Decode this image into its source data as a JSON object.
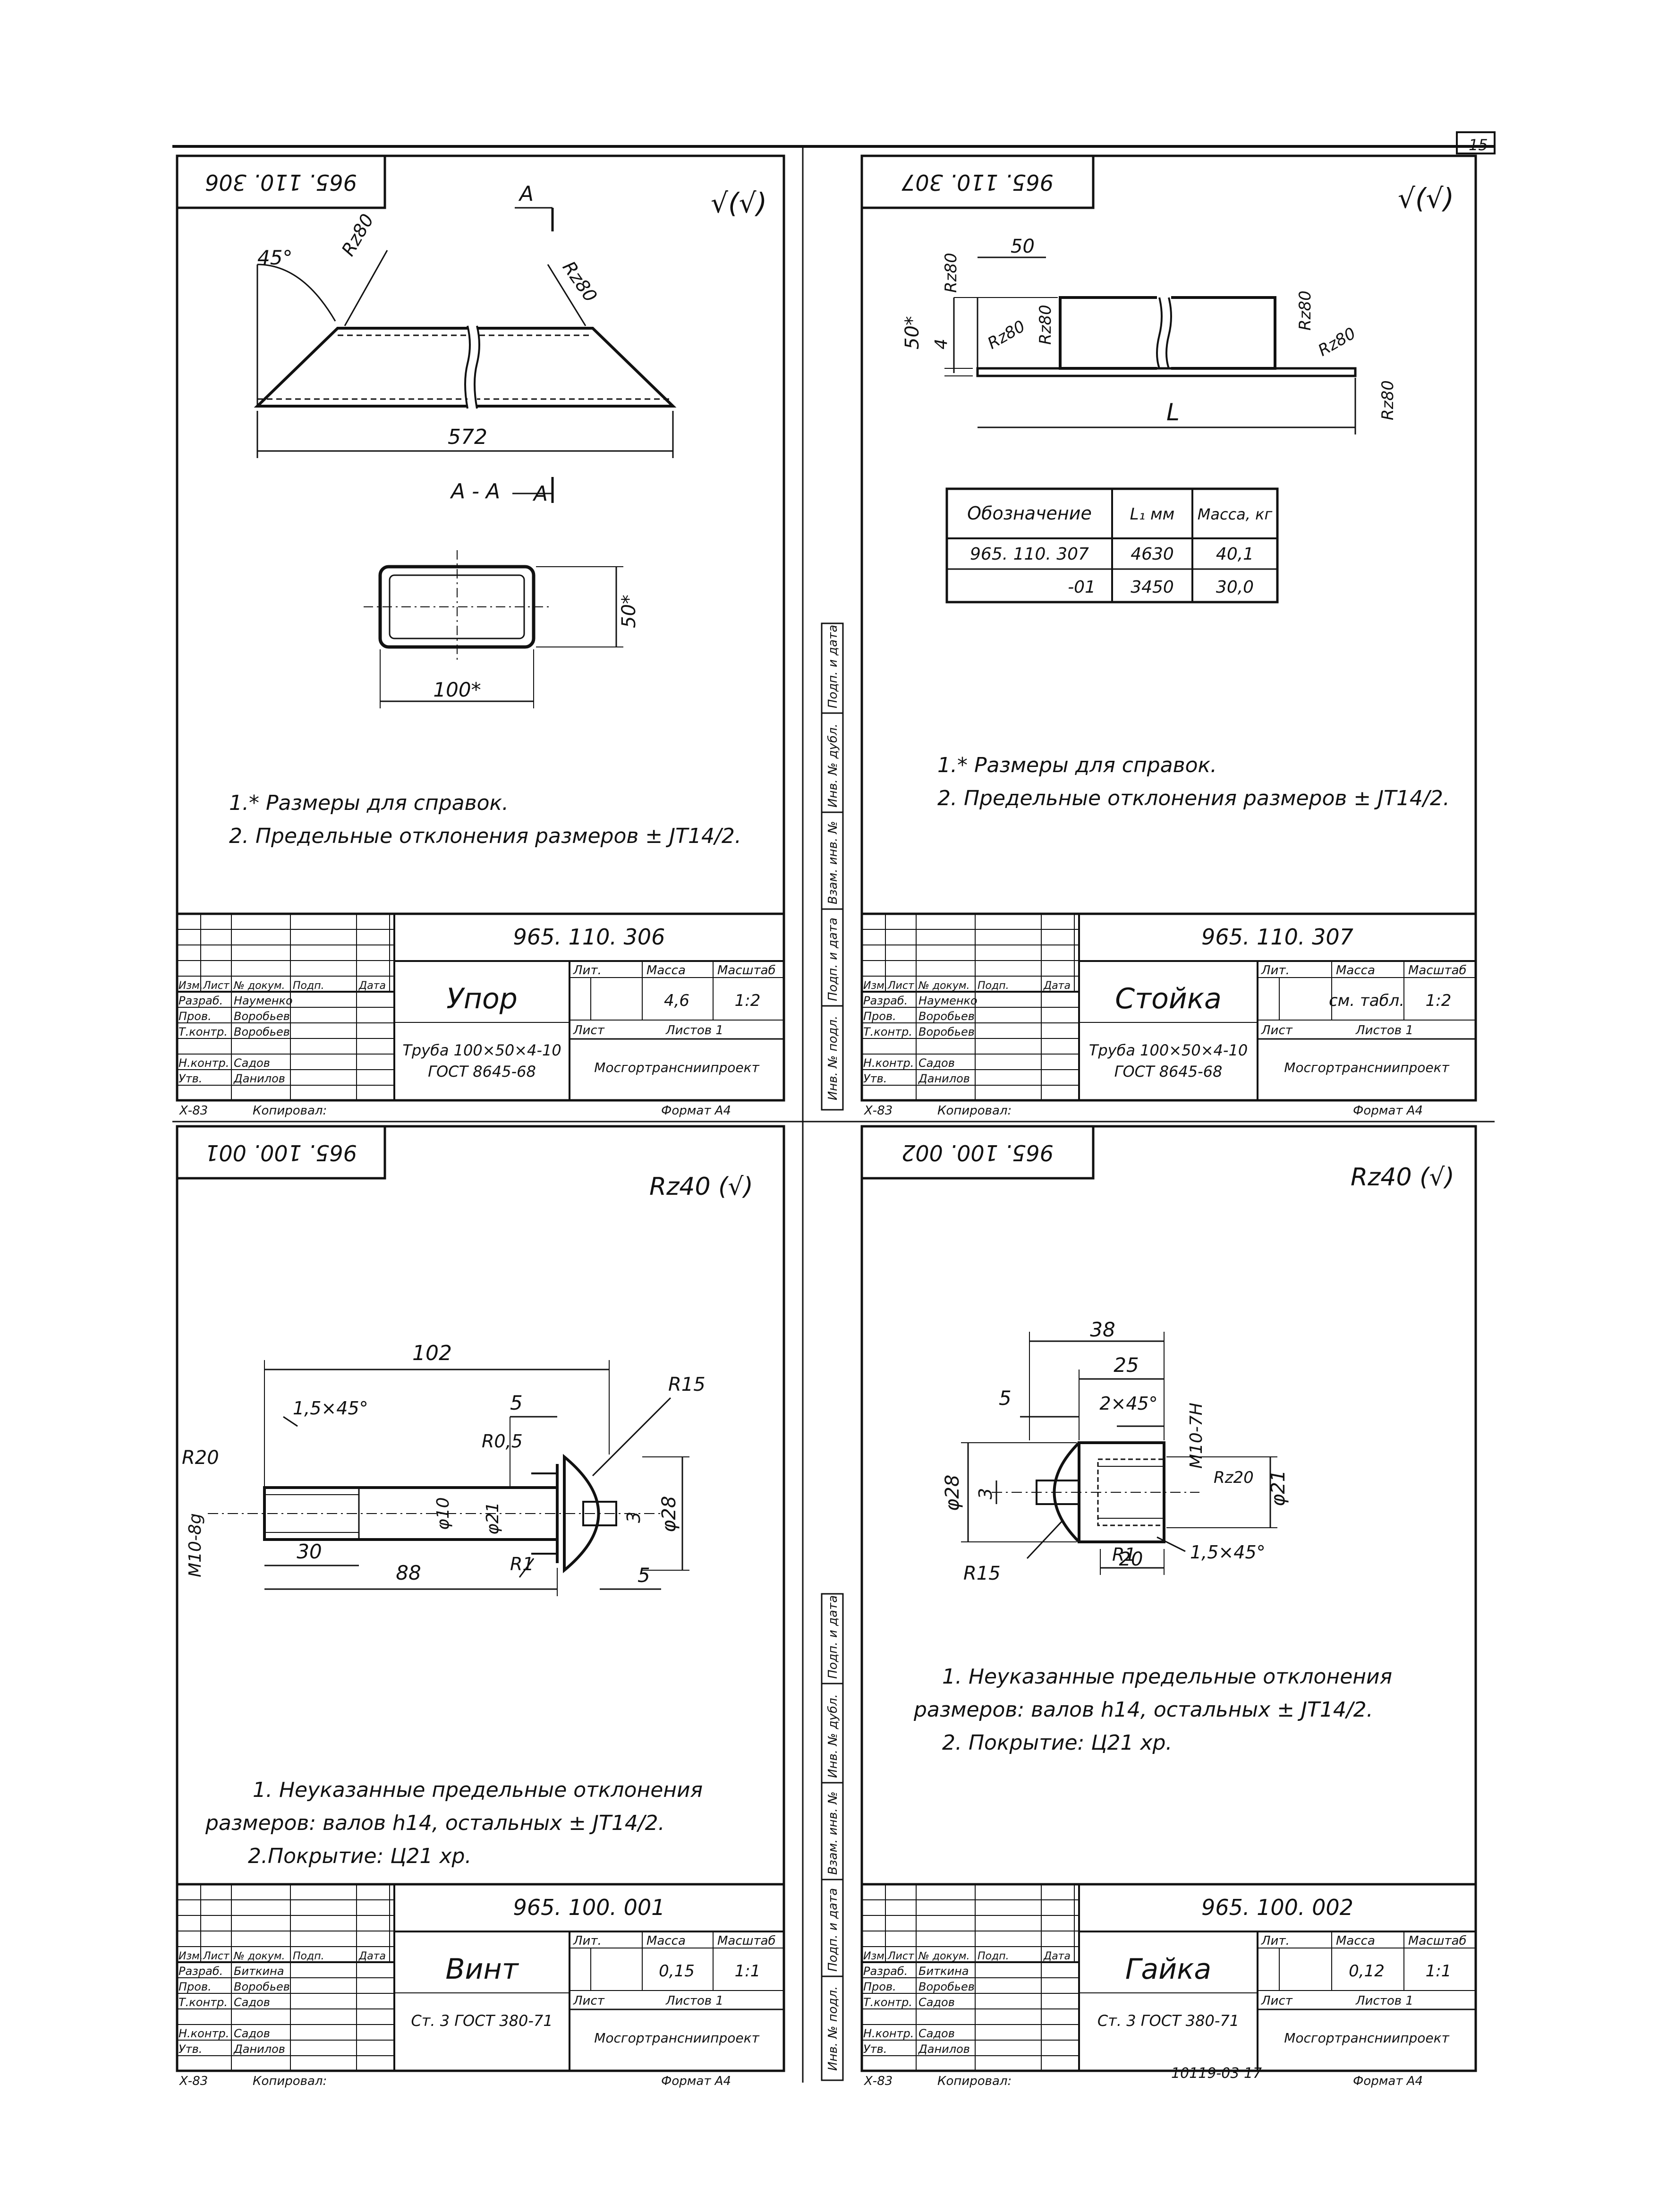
{
  "page": {
    "number": "15",
    "footer_code": "10119-03   17"
  },
  "drawings": [
    {
      "id": "965-110-306",
      "code_stamp": "965. 110. 306",
      "roughness": "√(√)",
      "section_mark": "A",
      "section_label": "A - A",
      "dims": {
        "angle": "45°",
        "rz1": "Rz80",
        "rz2": "Rz80",
        "length": "572",
        "height": "50*",
        "width": "100*"
      },
      "notes": [
        "1.* Размеры для справок.",
        "2. Предельные отклонения размеров ± JT14/2."
      ],
      "title_block": {
        "code": "965. 110. 306",
        "name": "Упор",
        "material_1": "Труба 100×50×4-10",
        "material_2": "ГОСТ 8645-68",
        "mass": "4,6",
        "scale": "1:2",
        "sheets": "Листов 1",
        "org": "Мосгортрансниипроект",
        "hdr_lit": "Лит.",
        "hdr_mass": "Масса",
        "hdr_scale": "Масштаб",
        "hdr_sheet": "Лист",
        "hdr_row": [
          "Изм.",
          "Лист",
          "№ докум.",
          "Подп.",
          "Дата"
        ],
        "roles": [
          {
            "role": "Разраб.",
            "name": "Науменко"
          },
          {
            "role": "Пров.",
            "name": "Воробьев"
          },
          {
            "role": "Т.контр.",
            "name": "Воробьев"
          },
          {
            "role": "",
            "name": ""
          },
          {
            "role": "Н.контр.",
            "name": "Садов"
          },
          {
            "role": "Утв.",
            "name": "Данилов"
          }
        ],
        "footer_left": "Х-83",
        "footer_copy": "Копировал:",
        "footer_format": "Формат А4"
      }
    },
    {
      "id": "965-110-307",
      "code_stamp": "965. 110. 307",
      "roughness": "√(√)",
      "dims": {
        "d50": "50",
        "h50": "50*",
        "h4": "4",
        "L": "L",
        "rz": "Rz80"
      },
      "table": {
        "headers": [
          "Обозначение",
          "L₁ мм",
          "Масса, кг"
        ],
        "rows": [
          [
            "965. 110. 307",
            "4630",
            "40,1"
          ],
          [
            "-01",
            "3450",
            "30,0"
          ]
        ]
      },
      "notes": [
        "1.* Размеры для справок.",
        "2. Предельные отклонения размеров ± JT14/2."
      ],
      "title_block": {
        "code": "965. 110. 307",
        "name": "Стойка",
        "material_1": "Труба 100×50×4-10",
        "material_2": "ГОСТ 8645-68",
        "mass": "см. табл.",
        "scale": "1:2",
        "sheets": "Листов 1",
        "org": "Мосгортрансниипроект",
        "hdr_lit": "Лит.",
        "hdr_mass": "Масса",
        "hdr_scale": "Масштаб",
        "hdr_sheet": "Лист",
        "hdr_row": [
          "Изм.",
          "Лист",
          "№ докум.",
          "Подп.",
          "Дата"
        ],
        "roles": [
          {
            "role": "Разраб.",
            "name": "Науменко"
          },
          {
            "role": "Пров.",
            "name": "Воробьев"
          },
          {
            "role": "Т.контр.",
            "name": "Воробьев"
          },
          {
            "role": "",
            "name": ""
          },
          {
            "role": "Н.контр.",
            "name": "Садов"
          },
          {
            "role": "Утв.",
            "name": "Данилов"
          }
        ],
        "footer_left": "Х-83",
        "footer_copy": "Копировал:",
        "footer_format": "Формат А4"
      }
    },
    {
      "id": "965-100-001",
      "code_stamp": "965. 100. 001",
      "roughness": "Rz40 (√)",
      "dims": {
        "d102": "102",
        "chamfer": "1,5×45°",
        "r20": "R20",
        "d5": "5",
        "r05": "R0,5",
        "r15": "R15",
        "d10": "φ10",
        "d21": "φ21",
        "d3": "3",
        "d28": "φ28",
        "thread": "M10-8g",
        "d30": "30",
        "r1": "R1",
        "d88": "88",
        "d5b": "5"
      },
      "notes": [
        "1. Неуказанные предельные отклонения",
        "размеров: валов h14, остальных ± JT14/2.",
        "2.Покрытие: Ц21 хр."
      ],
      "title_block": {
        "code": "965. 100. 001",
        "name": "Винт",
        "material_1": "Ст. 3 ГОСТ 380-71",
        "material_2": "",
        "mass": "0,15",
        "scale": "1:1",
        "sheets": "Листов 1",
        "org": "Мосгортрансниипроект",
        "hdr_lit": "Лит.",
        "hdr_mass": "Масса",
        "hdr_scale": "Масштаб",
        "hdr_sheet": "Лист",
        "hdr_row": [
          "Изм.",
          "Лист",
          "№ докум.",
          "Подп.",
          "Дата"
        ],
        "roles": [
          {
            "role": "Разраб.",
            "name": "Биткина"
          },
          {
            "role": "Пров.",
            "name": "Воробьев"
          },
          {
            "role": "Т.контр.",
            "name": "Садов"
          },
          {
            "role": "",
            "name": ""
          },
          {
            "role": "Н.контр.",
            "name": "Садов"
          },
          {
            "role": "Утв.",
            "name": "Данилов"
          }
        ],
        "footer_left": "Х-83",
        "footer_copy": "Копировал:",
        "footer_format": "Формат А4"
      }
    },
    {
      "id": "965-100-002",
      "code_stamp": "965. 100. 002",
      "roughness": "Rz40 (√)",
      "dims": {
        "d38": "38",
        "d25": "25",
        "ch2": "2×45°",
        "d5": "5",
        "thread": "M10-7H",
        "d28": "φ28",
        "d3": "3",
        "r20": "Rz20",
        "d21": "φ21",
        "r15": "R15",
        "r1": "R1",
        "ch15": "1,5×45°",
        "d20": "20"
      },
      "notes": [
        "1. Неуказанные предельные отклонения",
        "размеров: валов h14, остальных ± JT14/2.",
        "2. Покрытие: Ц21 хр."
      ],
      "title_block": {
        "code": "965. 100. 002",
        "name": "Гайка",
        "material_1": "Ст. 3 ГОСТ 380-71",
        "material_2": "",
        "mass": "0,12",
        "scale": "1:1",
        "sheets": "Листов 1",
        "org": "Мосгортрансниипроект",
        "hdr_lit": "Лит.",
        "hdr_mass": "Масса",
        "hdr_scale": "Масштаб",
        "hdr_sheet": "Лист",
        "hdr_row": [
          "Изм.",
          "Лист",
          "№ докум.",
          "Подп.",
          "Дата"
        ],
        "roles": [
          {
            "role": "Разраб.",
            "name": "Биткина"
          },
          {
            "role": "Пров.",
            "name": "Воробьев"
          },
          {
            "role": "Т.контр.",
            "name": "Садов"
          },
          {
            "role": "",
            "name": ""
          },
          {
            "role": "Н.контр.",
            "name": "Садов"
          },
          {
            "role": "Утв.",
            "name": "Данилов"
          }
        ],
        "footer_left": "Х-83",
        "footer_copy": "Копировал:",
        "footer_format": "Формат А4"
      }
    }
  ],
  "side_strip": [
    "Инв. № подл.",
    "Подп. и дата",
    "Взам. инв. №",
    "Инв. № дубл.",
    "Подп. и дата"
  ]
}
